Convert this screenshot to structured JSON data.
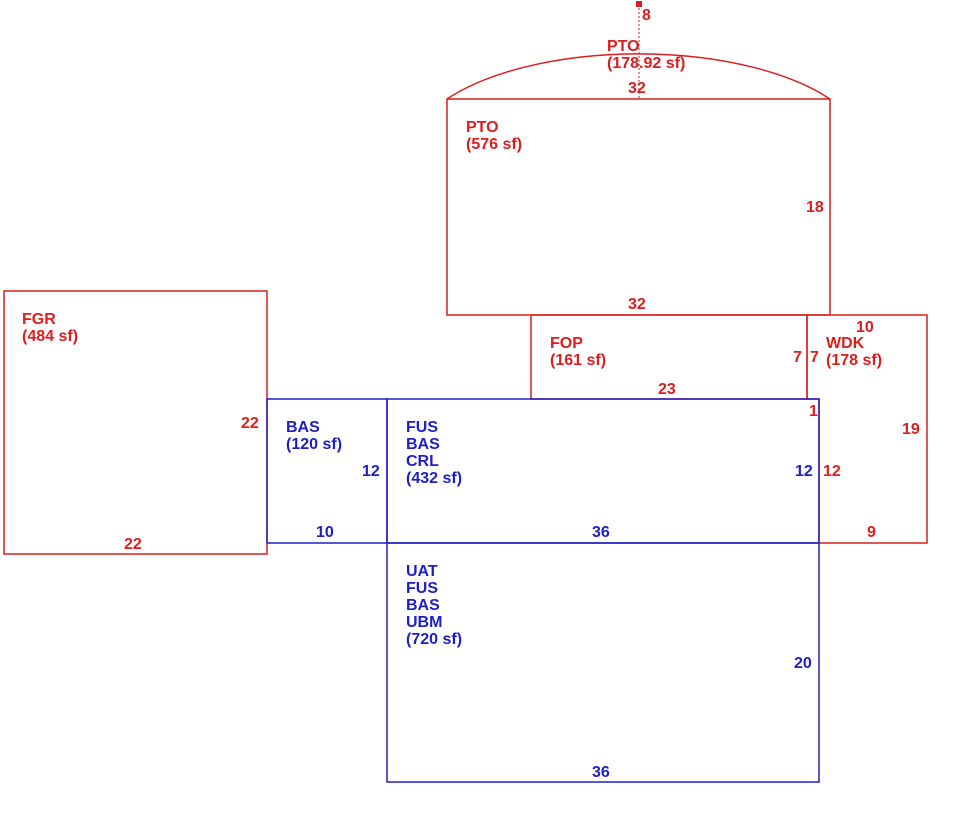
{
  "colors": {
    "red": "#dc1e1e",
    "blue": "#1e1ec8",
    "background": "#ffffff"
  },
  "areas": [
    {
      "id": "pto-arc",
      "color": "red",
      "lines": [
        "PTO",
        "(178.92 sf)"
      ],
      "dims": {
        "height": "8",
        "chord": "32"
      }
    },
    {
      "id": "pto-rect",
      "color": "red",
      "lines": [
        "PTO",
        "(576 sf)"
      ],
      "dims": {
        "right": "18",
        "bottom": "32"
      }
    },
    {
      "id": "fgr",
      "color": "red",
      "lines": [
        "FGR",
        "(484 sf)"
      ],
      "dims": {
        "right": "22",
        "bottom": "22"
      }
    },
    {
      "id": "fop",
      "color": "red",
      "lines": [
        "FOP",
        "(161 sf)"
      ],
      "dims": {
        "right": "7",
        "bottom": "23",
        "right_lower": "1"
      }
    },
    {
      "id": "wdk",
      "color": "red",
      "lines": [
        "WDK",
        "(178 sf)"
      ],
      "dims": {
        "top": "10",
        "left_upper": "7",
        "right": "19",
        "left_lower": "12",
        "bottom": "9"
      }
    },
    {
      "id": "bas-small",
      "color": "blue",
      "lines": [
        "BAS",
        "(120 sf)"
      ],
      "dims": {
        "right": "12",
        "bottom": "10"
      }
    },
    {
      "id": "fus",
      "color": "blue",
      "lines": [
        "FUS",
        "BAS",
        "CRL",
        "(432 sf)"
      ],
      "dims": {
        "right": "12",
        "bottom": "36"
      }
    },
    {
      "id": "uat",
      "color": "blue",
      "lines": [
        "UAT",
        "FUS",
        "BAS",
        "UBM",
        "(720 sf)"
      ],
      "dims": {
        "right": "20",
        "bottom": "36"
      }
    }
  ]
}
